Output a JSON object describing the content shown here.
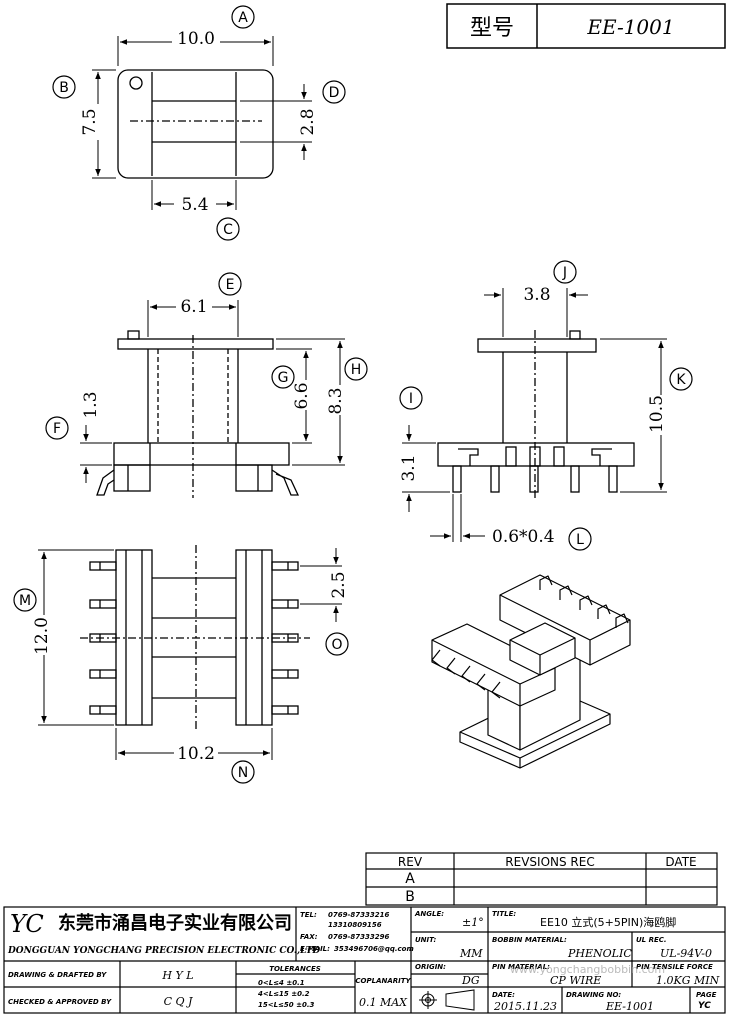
{
  "header": {
    "model_label": "型号",
    "model_value": "EE-1001"
  },
  "dimensions": {
    "A": "10.0",
    "B": "7.5",
    "C": "5.4",
    "D": "2.8",
    "E": "6.1",
    "F": "1.3",
    "G": "6.6",
    "H": "8.3",
    "I": "3.1",
    "J": "3.8",
    "K": "10.5",
    "L": "0.6*0.4",
    "M": "12.0",
    "N": "10.2",
    "O": "2.5"
  },
  "callouts": [
    "A",
    "B",
    "C",
    "D",
    "E",
    "F",
    "G",
    "H",
    "I",
    "J",
    "K",
    "L",
    "M",
    "N",
    "O"
  ],
  "revision_table": {
    "col_rev": "REV",
    "col_rec": "REVSIONS REC",
    "col_date": "DATE",
    "rows": [
      "A",
      "B"
    ]
  },
  "title_block": {
    "logo": "YC",
    "company_cn": "东莞市涌昌电子实业有限公司",
    "company_en": "DONGGUAN YONGCHANG PRECISION ELECTRONIC CO.,LTD",
    "tel_label": "TEL:",
    "tel_1": "0769-87333216",
    "tel_2": "13310809156",
    "fax_label": "FAX:",
    "fax": "0769-87333296",
    "email_label": "E-MAIL:",
    "email": "353496706@qq.com",
    "angle_label": "ANGLE:",
    "angle_value": "±1°",
    "title_label": "TITLE:",
    "title_value": "EE10 立式(5+5PIN)海鸥脚",
    "unit_label": "UNIT:",
    "unit_value": "MM",
    "bobbin_label": "BOBBIN MATERIAL:",
    "bobbin_value": "PHENOLIC",
    "ul_label": "UL REC.",
    "ul_value": "UL-94V-0",
    "origin_label": "ORIGIN:",
    "origin_value": "DG",
    "pin_label": "PIN MATERIAL:",
    "pin_value": "CP WIRE",
    "tensile_label": "PIN TENSILE FORCE",
    "tensile_value": "1.0KG MIN",
    "drawing_label": "DRAWING & DRAFTED BY",
    "drawing_value": "H Y L",
    "checked_label": "CHECKED & APPROVED BY",
    "checked_value": "C Q J",
    "tolerances_label": "TOLERANCES",
    "tol_1": "0<L≤4   ±0.1",
    "tol_2": "4<L≤15  ±0.2",
    "tol_3": "15<L≤50 ±0.3",
    "coplanarity_label": "COPLANARITY",
    "coplanarity_value": "0.1 MAX",
    "date_label": "DATE:",
    "date_value": "2015.11.23",
    "drawing_no_label": "DRAWING NO:",
    "drawing_no_value": "EE-1001",
    "page_label": "PAGE",
    "page_value": "YC"
  },
  "watermark": "www.yongchangbobbin.com"
}
